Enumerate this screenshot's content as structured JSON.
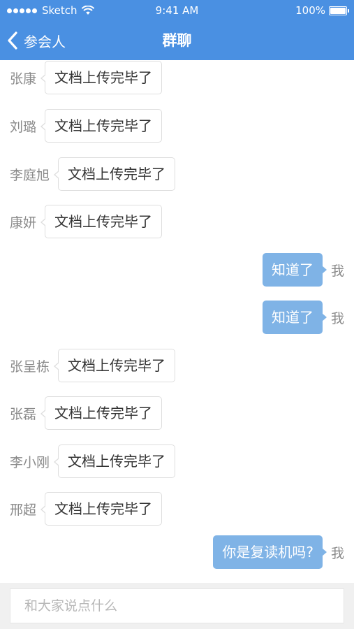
{
  "status_bar": {
    "carrier": "Sketch",
    "time": "9:41 AM",
    "battery": "100%"
  },
  "nav": {
    "back_label": "参会人",
    "title": "群聊"
  },
  "messages": [
    {
      "sender": "张康",
      "text": "文档上传完毕了",
      "side": "incoming"
    },
    {
      "sender": "刘璐",
      "text": "文档上传完毕了",
      "side": "incoming"
    },
    {
      "sender": "李庭旭",
      "text": "文档上传完毕了",
      "side": "incoming"
    },
    {
      "sender": "康妍",
      "text": "文档上传完毕了",
      "side": "incoming"
    },
    {
      "sender": "我",
      "text": "知道了",
      "side": "outgoing"
    },
    {
      "sender": "我",
      "text": "知道了",
      "side": "outgoing"
    },
    {
      "sender": "张呈栋",
      "text": "文档上传完毕了",
      "side": "incoming"
    },
    {
      "sender": "张磊",
      "text": "文档上传完毕了",
      "side": "incoming"
    },
    {
      "sender": "李小刚",
      "text": "文档上传完毕了",
      "side": "incoming"
    },
    {
      "sender": "邢超",
      "text": "文档上传完毕了",
      "side": "incoming"
    },
    {
      "sender": "我",
      "text": "你是复读机吗?",
      "side": "outgoing"
    }
  ],
  "composer": {
    "value": "",
    "placeholder": "和大家说点什么"
  },
  "colors": {
    "header": "#4a90e2",
    "outgoing_bubble": "#7fb3e6",
    "incoming_bubble": "#ffffff",
    "input_bar": "#f0f0f0"
  }
}
